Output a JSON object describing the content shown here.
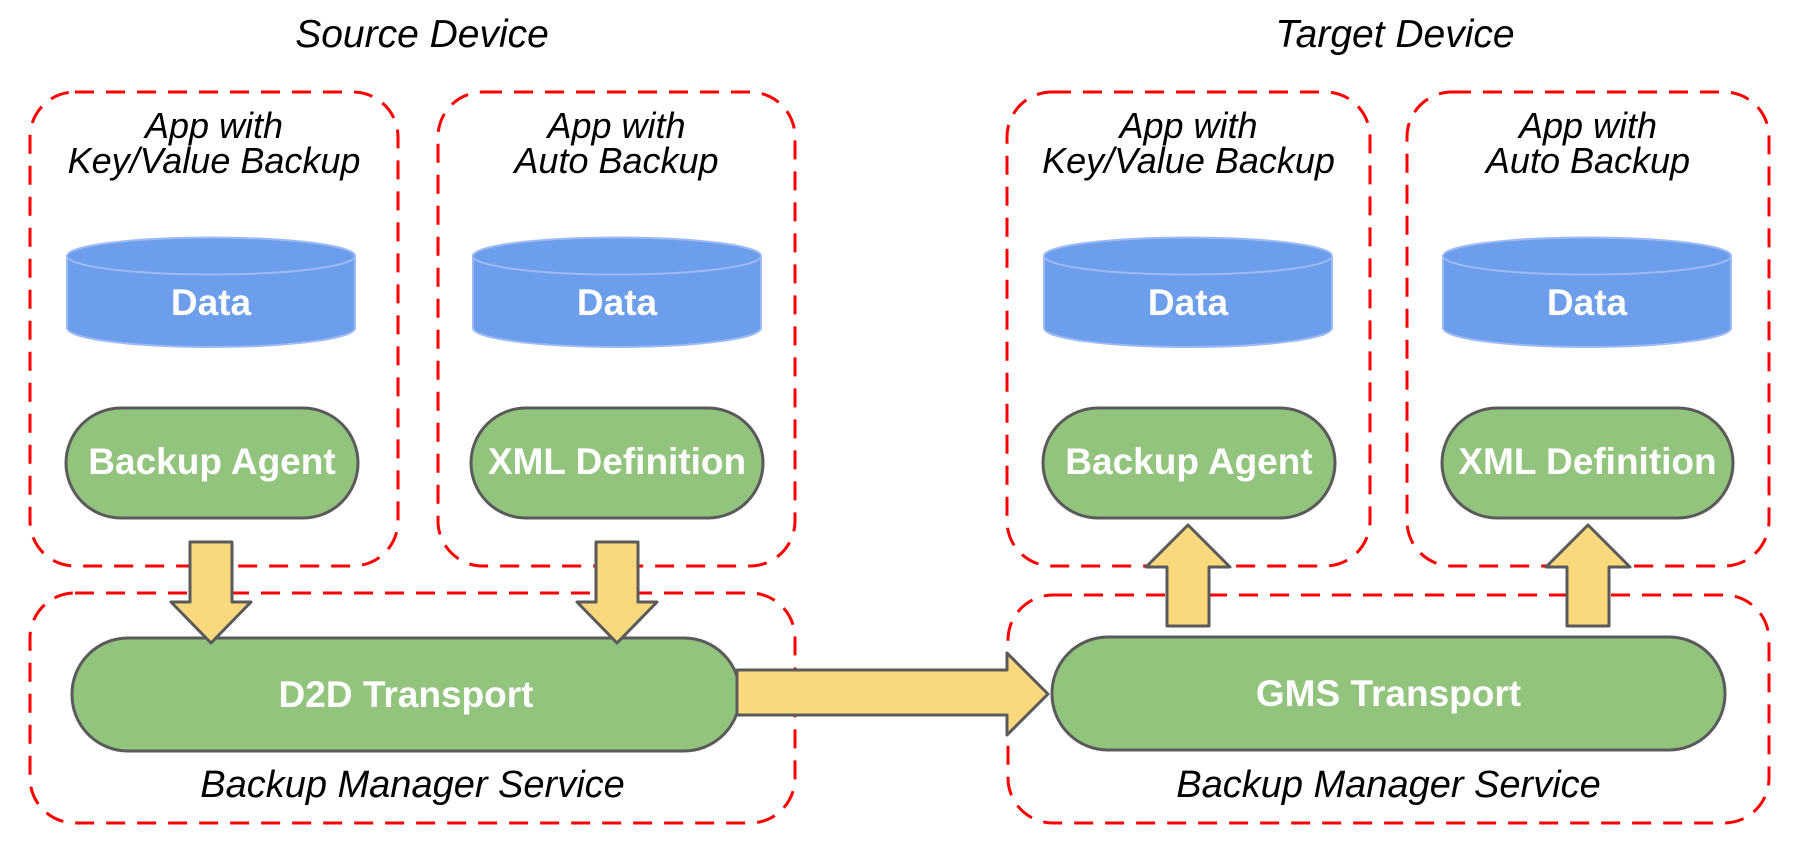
{
  "diagram": {
    "source": {
      "title": "Source Device",
      "app_kv": {
        "line1": "App with",
        "line2": "Key/Value Backup",
        "data": "Data",
        "component": "Backup Agent"
      },
      "app_auto": {
        "line1": "App with",
        "line2": "Auto Backup",
        "data": "Data",
        "component": "XML Definition"
      },
      "service": {
        "transport": "D2D Transport",
        "label": "Backup Manager Service"
      }
    },
    "target": {
      "title": "Target Device",
      "app_kv": {
        "line1": "App with",
        "line2": "Key/Value Backup",
        "data": "Data",
        "component": "Backup Agent"
      },
      "app_auto": {
        "line1": "App with",
        "line2": "Auto Backup",
        "data": "Data",
        "component": "XML Definition"
      },
      "service": {
        "transport": "GMS Transport",
        "label": "Backup Manager Service"
      }
    },
    "colors": {
      "data_cylinder_blue": "#6d9eeb",
      "cylinder_outline_blue": "#9cbbf5",
      "component_green": "#93c47d",
      "arrow_yellow": "#fad97e",
      "shape_outline_gray": "#5a5a5a",
      "boundary_red": "#ff0000",
      "label_white": "#ffffff",
      "label_black": "#000000"
    }
  }
}
